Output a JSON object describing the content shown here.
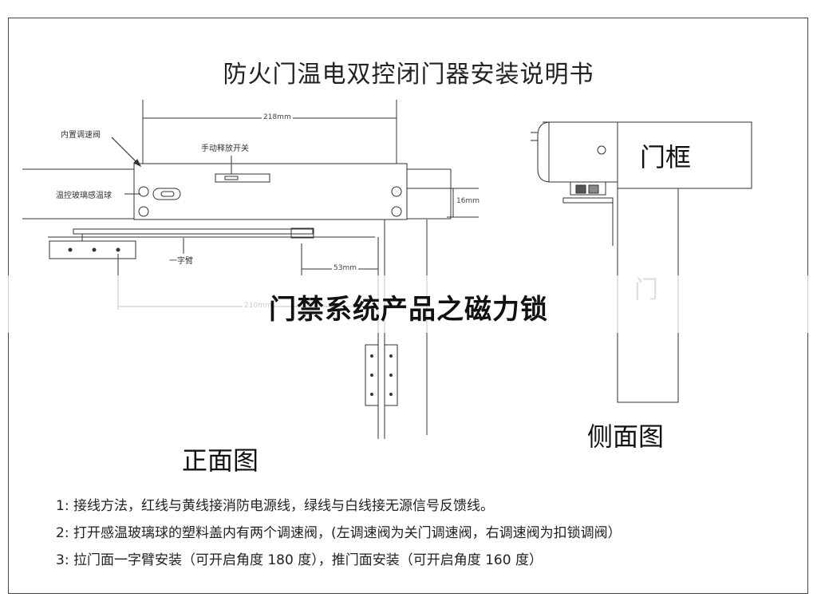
{
  "title": "防火门温电双控闭门器安装说明书",
  "front": {
    "label": "正面图",
    "labels": {
      "inner_valve": "内置调速阀",
      "manual_switch": "手动释放开关",
      "temp_bulb": "温控玻璃感温球",
      "arm": "一字臂"
    },
    "dims": {
      "top_width": "218mm",
      "height": "16mm",
      "offset": "53mm",
      "bottom_width": "210mm"
    }
  },
  "side": {
    "label": "侧面图",
    "frame_label": "门框",
    "door_label": "门"
  },
  "watermark": "门禁系统产品之磁力锁",
  "notes": [
    "1: 接线方法，红线与黄线接消防电源线，绿线与白线接无源信号反馈线。",
    "2: 打开感温玻璃球的塑料盖内有两个调速阀，(左调速阀为关门调速阀，右调速阀为扣锁调阀）",
    "3:  拉门面一字臂安装（可开启角度 180 度），推门面安装（可开启角度 160 度）"
  ]
}
